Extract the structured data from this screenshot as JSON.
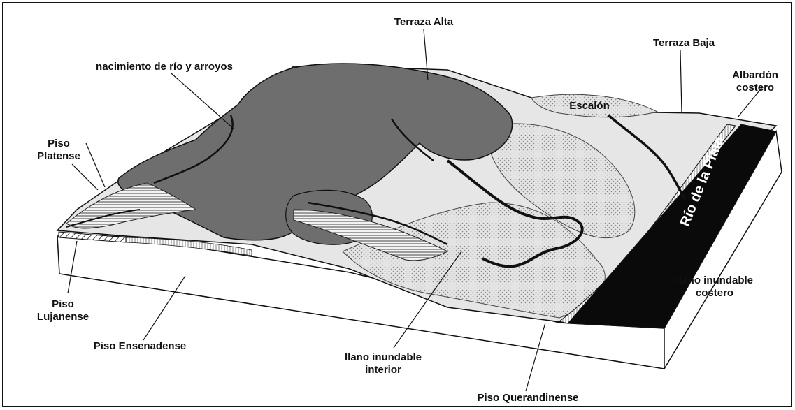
{
  "labels": {
    "terraza_alta": "Terraza Alta",
    "terraza_baja": "Terraza Baja",
    "nacimiento": "nacimiento de río y arroyos",
    "albardon_1": "Albardón",
    "albardon_2": "costero",
    "escalon": "Escalón",
    "piso_platense_1": "Piso",
    "piso_platense_2": "Platense",
    "rio_de_la_plata": "Río de la Plata",
    "llano_costero_1": "llano inundable",
    "llano_costero_2": "costero",
    "piso_lujanense_1": "Piso",
    "piso_lujanense_2": "Lujanense",
    "piso_ensenadense": "Piso Ensenadense",
    "llano_interior_1": "llano inundable",
    "llano_interior_2": "interior",
    "piso_querandinense": "Piso Querandinense"
  },
  "colors": {
    "terraza_alta_fill": "#6e6e6e",
    "terraza_baja_fill": "#dcdcdc",
    "river_fill": "#0a0a0a",
    "outline": "#111111"
  }
}
